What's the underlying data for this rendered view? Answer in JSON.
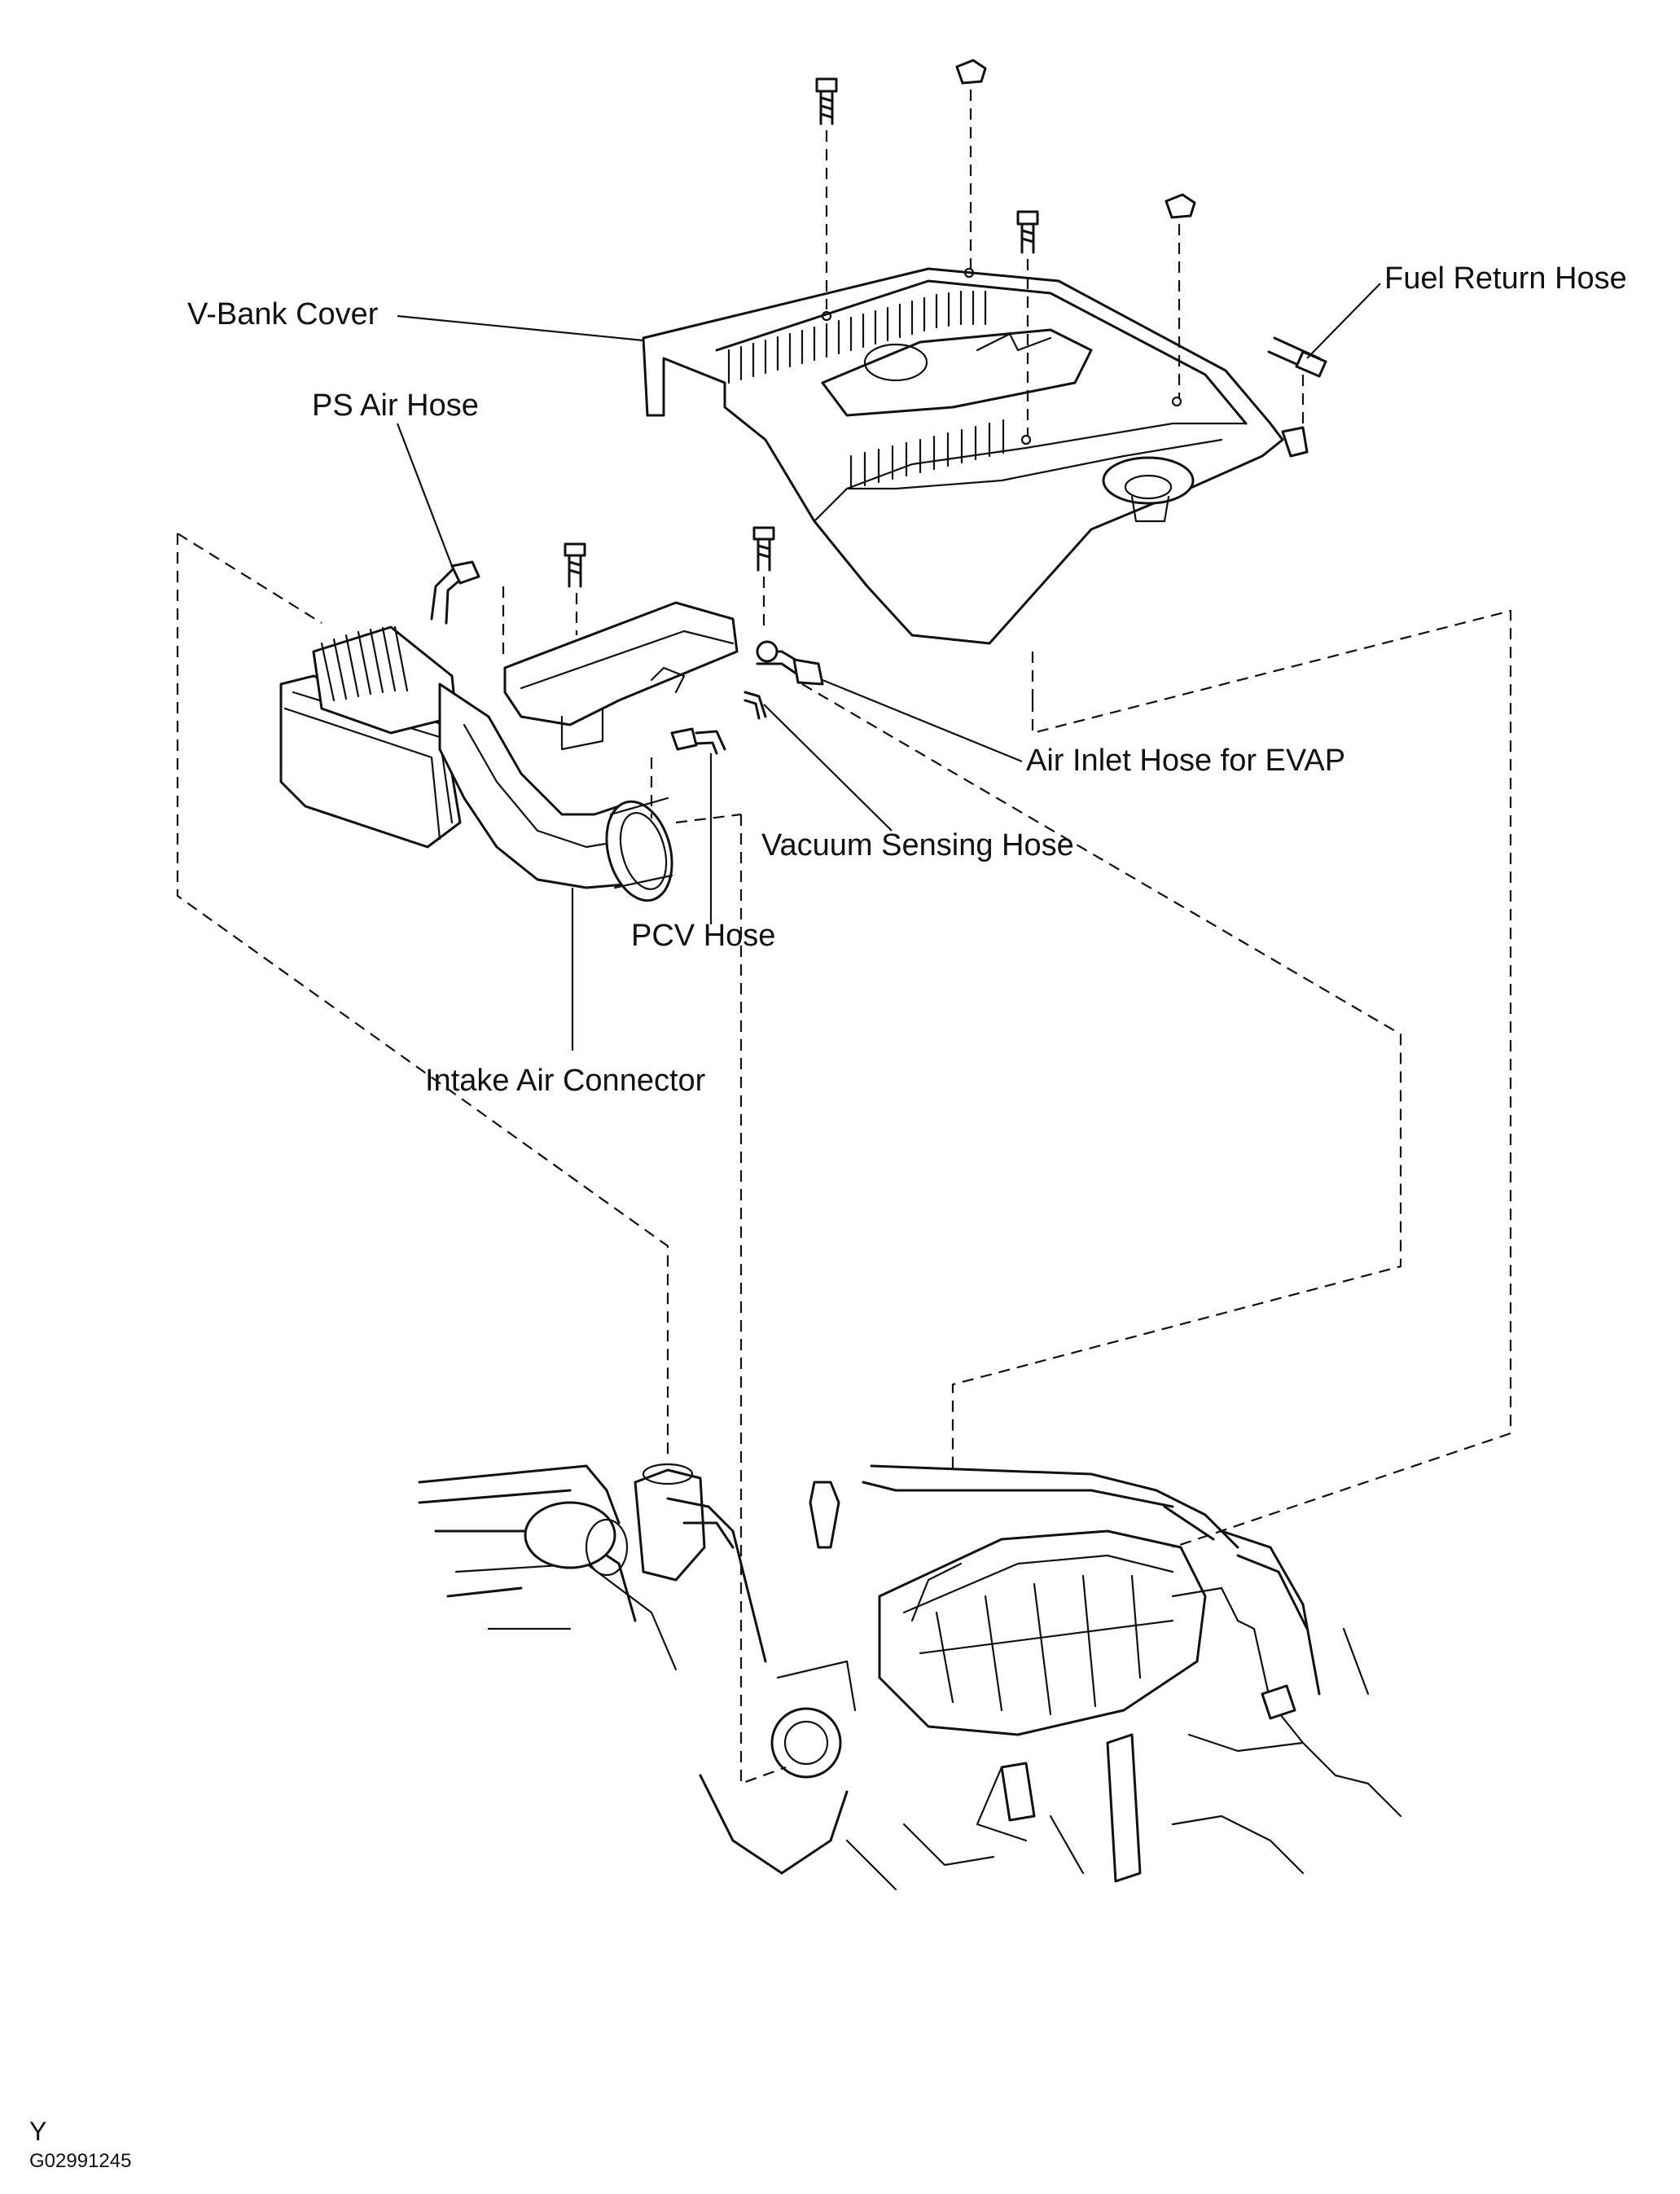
{
  "labels": {
    "v_bank_cover": "V-Bank  Cover",
    "fuel_return_hose": "Fuel Return Hose",
    "ps_air_hose": "PS Air Hose",
    "air_inlet_hose_evap": "Air Inlet Hose for EVAP",
    "vacuum_sensing_hose": "Vacuum Sensing Hose",
    "pcv_hose": "PCV Hose",
    "intake_air_connector": "Intake Air Connector"
  },
  "footer": {
    "marker": "Y",
    "figure_code": "G02991245"
  }
}
